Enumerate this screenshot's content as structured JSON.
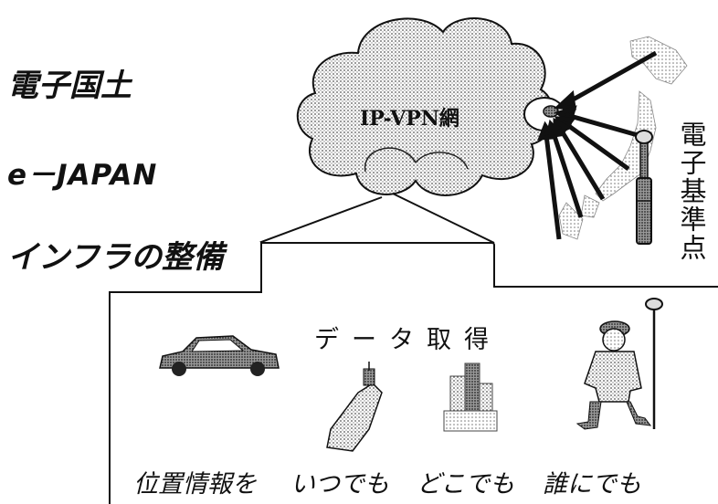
{
  "slogans": {
    "line1": "電子国土",
    "line2": "e－JAPAN",
    "line3": "インフラの整備"
  },
  "network": {
    "cloud_label": "IP-VPN網",
    "station_label": "電子基準点"
  },
  "acquisition": {
    "title": "データ取得",
    "phrases": [
      "位置情報を",
      "いつでも",
      "どこでも",
      "誰にでも"
    ]
  },
  "icons": [
    "cloud-icon",
    "antenna-receiver-icon",
    "japan-map-icon",
    "gnss-station-icon",
    "car-icon",
    "ship-icon",
    "building-icon",
    "surveyor-icon"
  ]
}
